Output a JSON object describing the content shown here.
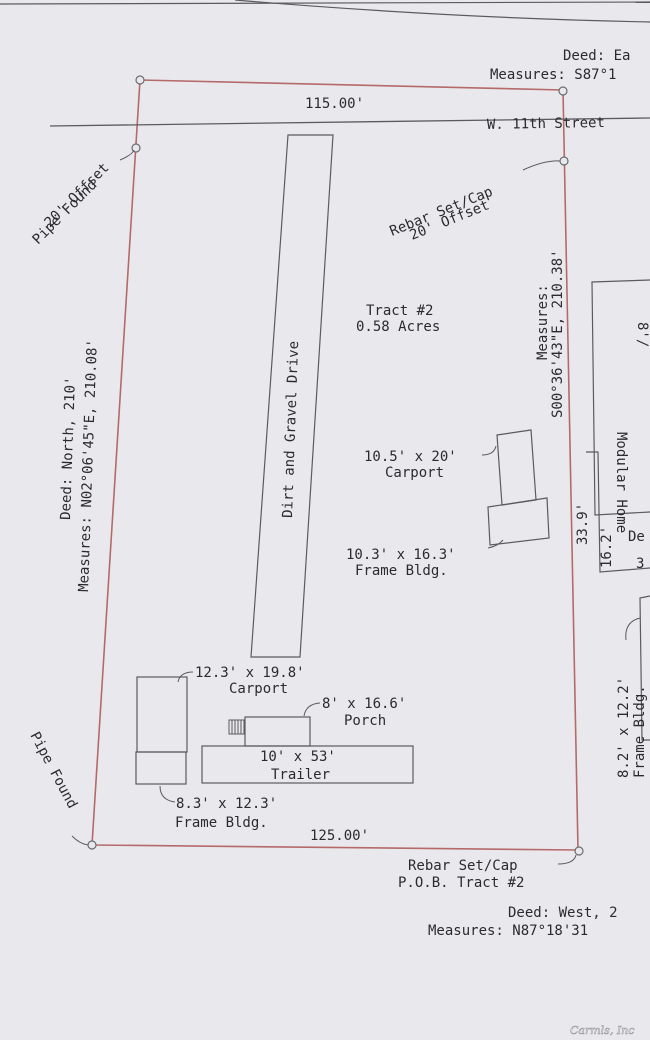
{
  "deed_east": "Deed: Ea",
  "measures_north": "Measures: S87°1",
  "north_dim": "115.00'",
  "street": "W. 11th Street",
  "pipe_found_top": "Pipe Found",
  "offset_top_left": "20' Offset",
  "rebar_top": "Rebar Set/Cap",
  "offset_top_right": "20' Offset",
  "west_deed": "Deed: North, 210'",
  "west_measures": "Measures: N02°06'45\"E, 210.08'",
  "drive": "Dirt and Gravel Drive",
  "east_measures_line1": "Measures:",
  "east_measures_line2": "S00°36'43\"E, 210.38'",
  "tract_name": "Tract #2",
  "tract_area": "0.58 Acres",
  "carport_right_dim": "10.5' x 20'",
  "carport_right_label": "Carport",
  "frame_right_dim": "10.3' x 16.3'",
  "frame_right_label": "Frame Bldg.",
  "dim_33_9": "33.9'",
  "dim_16_2": "16.2'",
  "modular_home": "Modular Home",
  "modular_partial": "8'/",
  "de_partial": "De",
  "three_partial": "3",
  "neighbor_bldg_dim": "8.2' x 12.2'",
  "neighbor_bldg_label": "Frame Bldg.",
  "carport_left_dim": "12.3' x 19.8'",
  "carport_left_label": "Carport",
  "porch_dim": "8' x 16.6'",
  "porch_label": "Porch",
  "trailer_dim": "10' x 53'",
  "trailer_label": "Trailer",
  "frame_left_dim": "8.3' x 12.3'",
  "frame_left_label": "Frame Bldg.",
  "pipe_found_bottom": "Pipe Found",
  "south_dim": "125.00'",
  "rebar_bottom": "Rebar Set/Cap",
  "pob": "P.O.B. Tract #2",
  "deed_south": "Deed: West, 2",
  "measures_south": "Measures: N87°18'31",
  "watermark": "Carmls, Inc",
  "colors": {
    "paper": "#e9e9ed",
    "boundary": "#b56a6a",
    "ink": "#2a2a30"
  }
}
